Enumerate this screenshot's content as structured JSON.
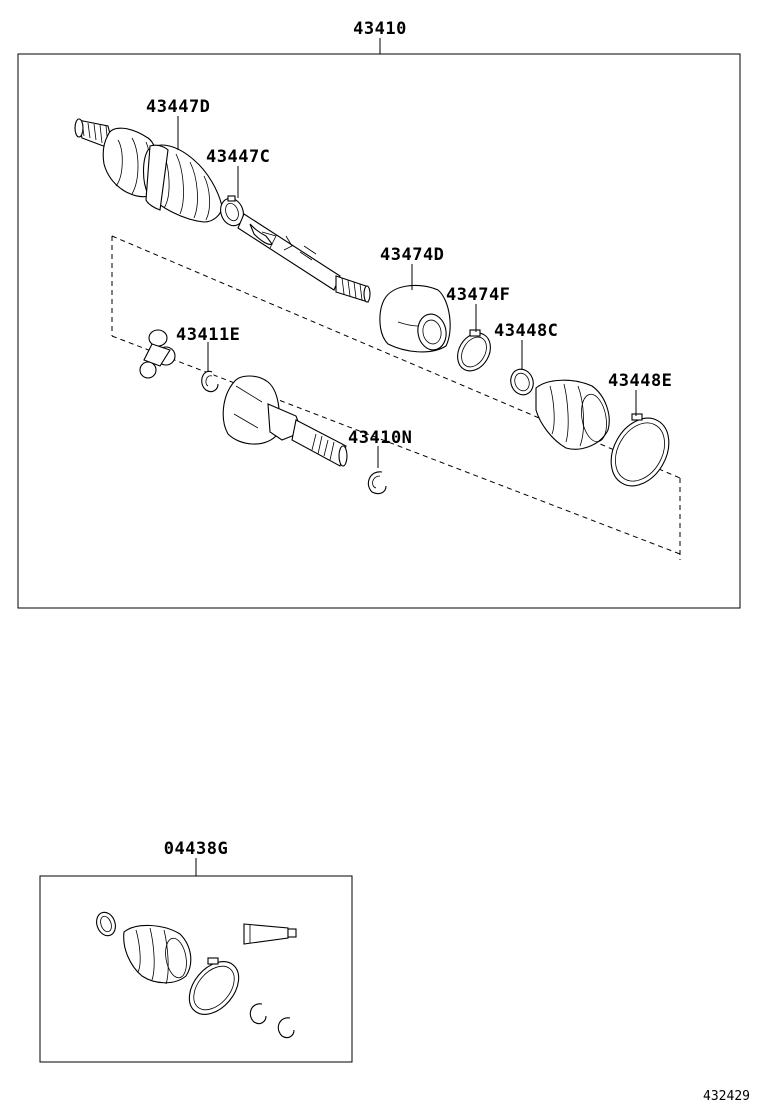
{
  "assembly": {
    "main_part_no": "43410",
    "callouts": {
      "outer_boot_clamp": "43447D",
      "outer_boot_small_clamp": "43447C",
      "damper": "43474D",
      "damper_clamp": "43474F",
      "tripod_joint": "43411E",
      "inner_boot_small_clamp": "43448C",
      "inner_boot_large_clamp": "43448E",
      "snap_ring": "43410N"
    }
  },
  "kit": {
    "part_no": "04438G"
  },
  "figure_id": "432429"
}
